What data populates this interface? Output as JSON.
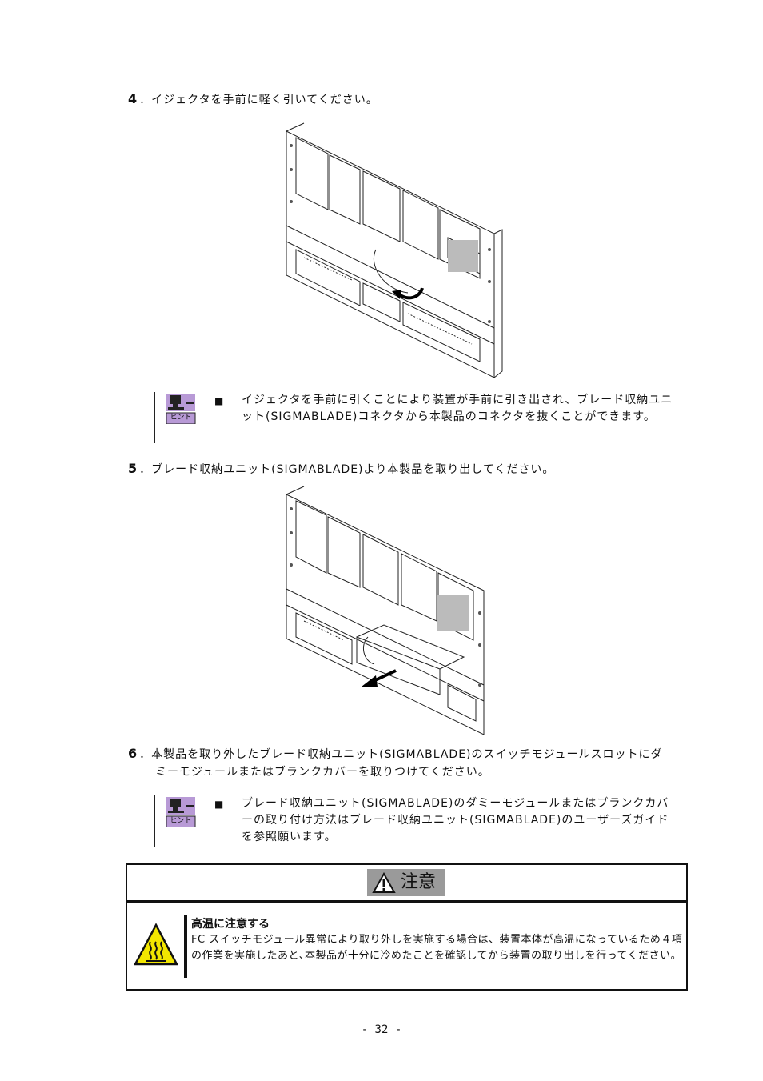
{
  "steps": {
    "s4": {
      "num": "4",
      "text": "．イジェクタを手前に軽く引いてください。"
    },
    "s5": {
      "num": "5",
      "text": "．ブレード収納ユニット(SIGMABLADE)より本製品を取り出してください。"
    },
    "s6": {
      "num": "6",
      "line1": "．本製品を取り外したブレード収納ユニット(SIGMABLADE)のスイッチモジュールスロットにダ",
      "line2": "ミーモジュールまたはブランクカバーを取りつけてください。"
    }
  },
  "hints": {
    "h1": {
      "icon_label": "ヒント",
      "bullet": "■",
      "text": "イジェクタを手前に引くことにより装置が手前に引き出され、ブレード収納ユニット(SIGMABLADE)コネクタから本製品のコネクタを抜くことができます。"
    },
    "h2": {
      "icon_label": "ヒント",
      "bullet": "■",
      "text": "ブレード収納ユニット(SIGMABLADE)のダミーモジュールまたはブランクカバーの取り付け方法はブレード収納ユニット(SIGMABLADE)のユーザーズガイドを参照願います。"
    }
  },
  "caution": {
    "title": "注意",
    "heading": "高温に注意する",
    "body": "FC スイッチモジュール異常により取り外しを実施する場合は、装置本体が高温になっているため４項の作業を実施したあと､本製品が十分に冷めたことを確認してから装置の取り出しを行ってください。"
  },
  "page_number": "- 32 -",
  "icons": {
    "hint": "hint-computer-icon",
    "warning": "warning-triangle-icon",
    "hot": "hot-surface-icon"
  },
  "colors": {
    "hint_icon_bg": "#b89ad6",
    "caution_title_bg": "#9a9a9a"
  }
}
